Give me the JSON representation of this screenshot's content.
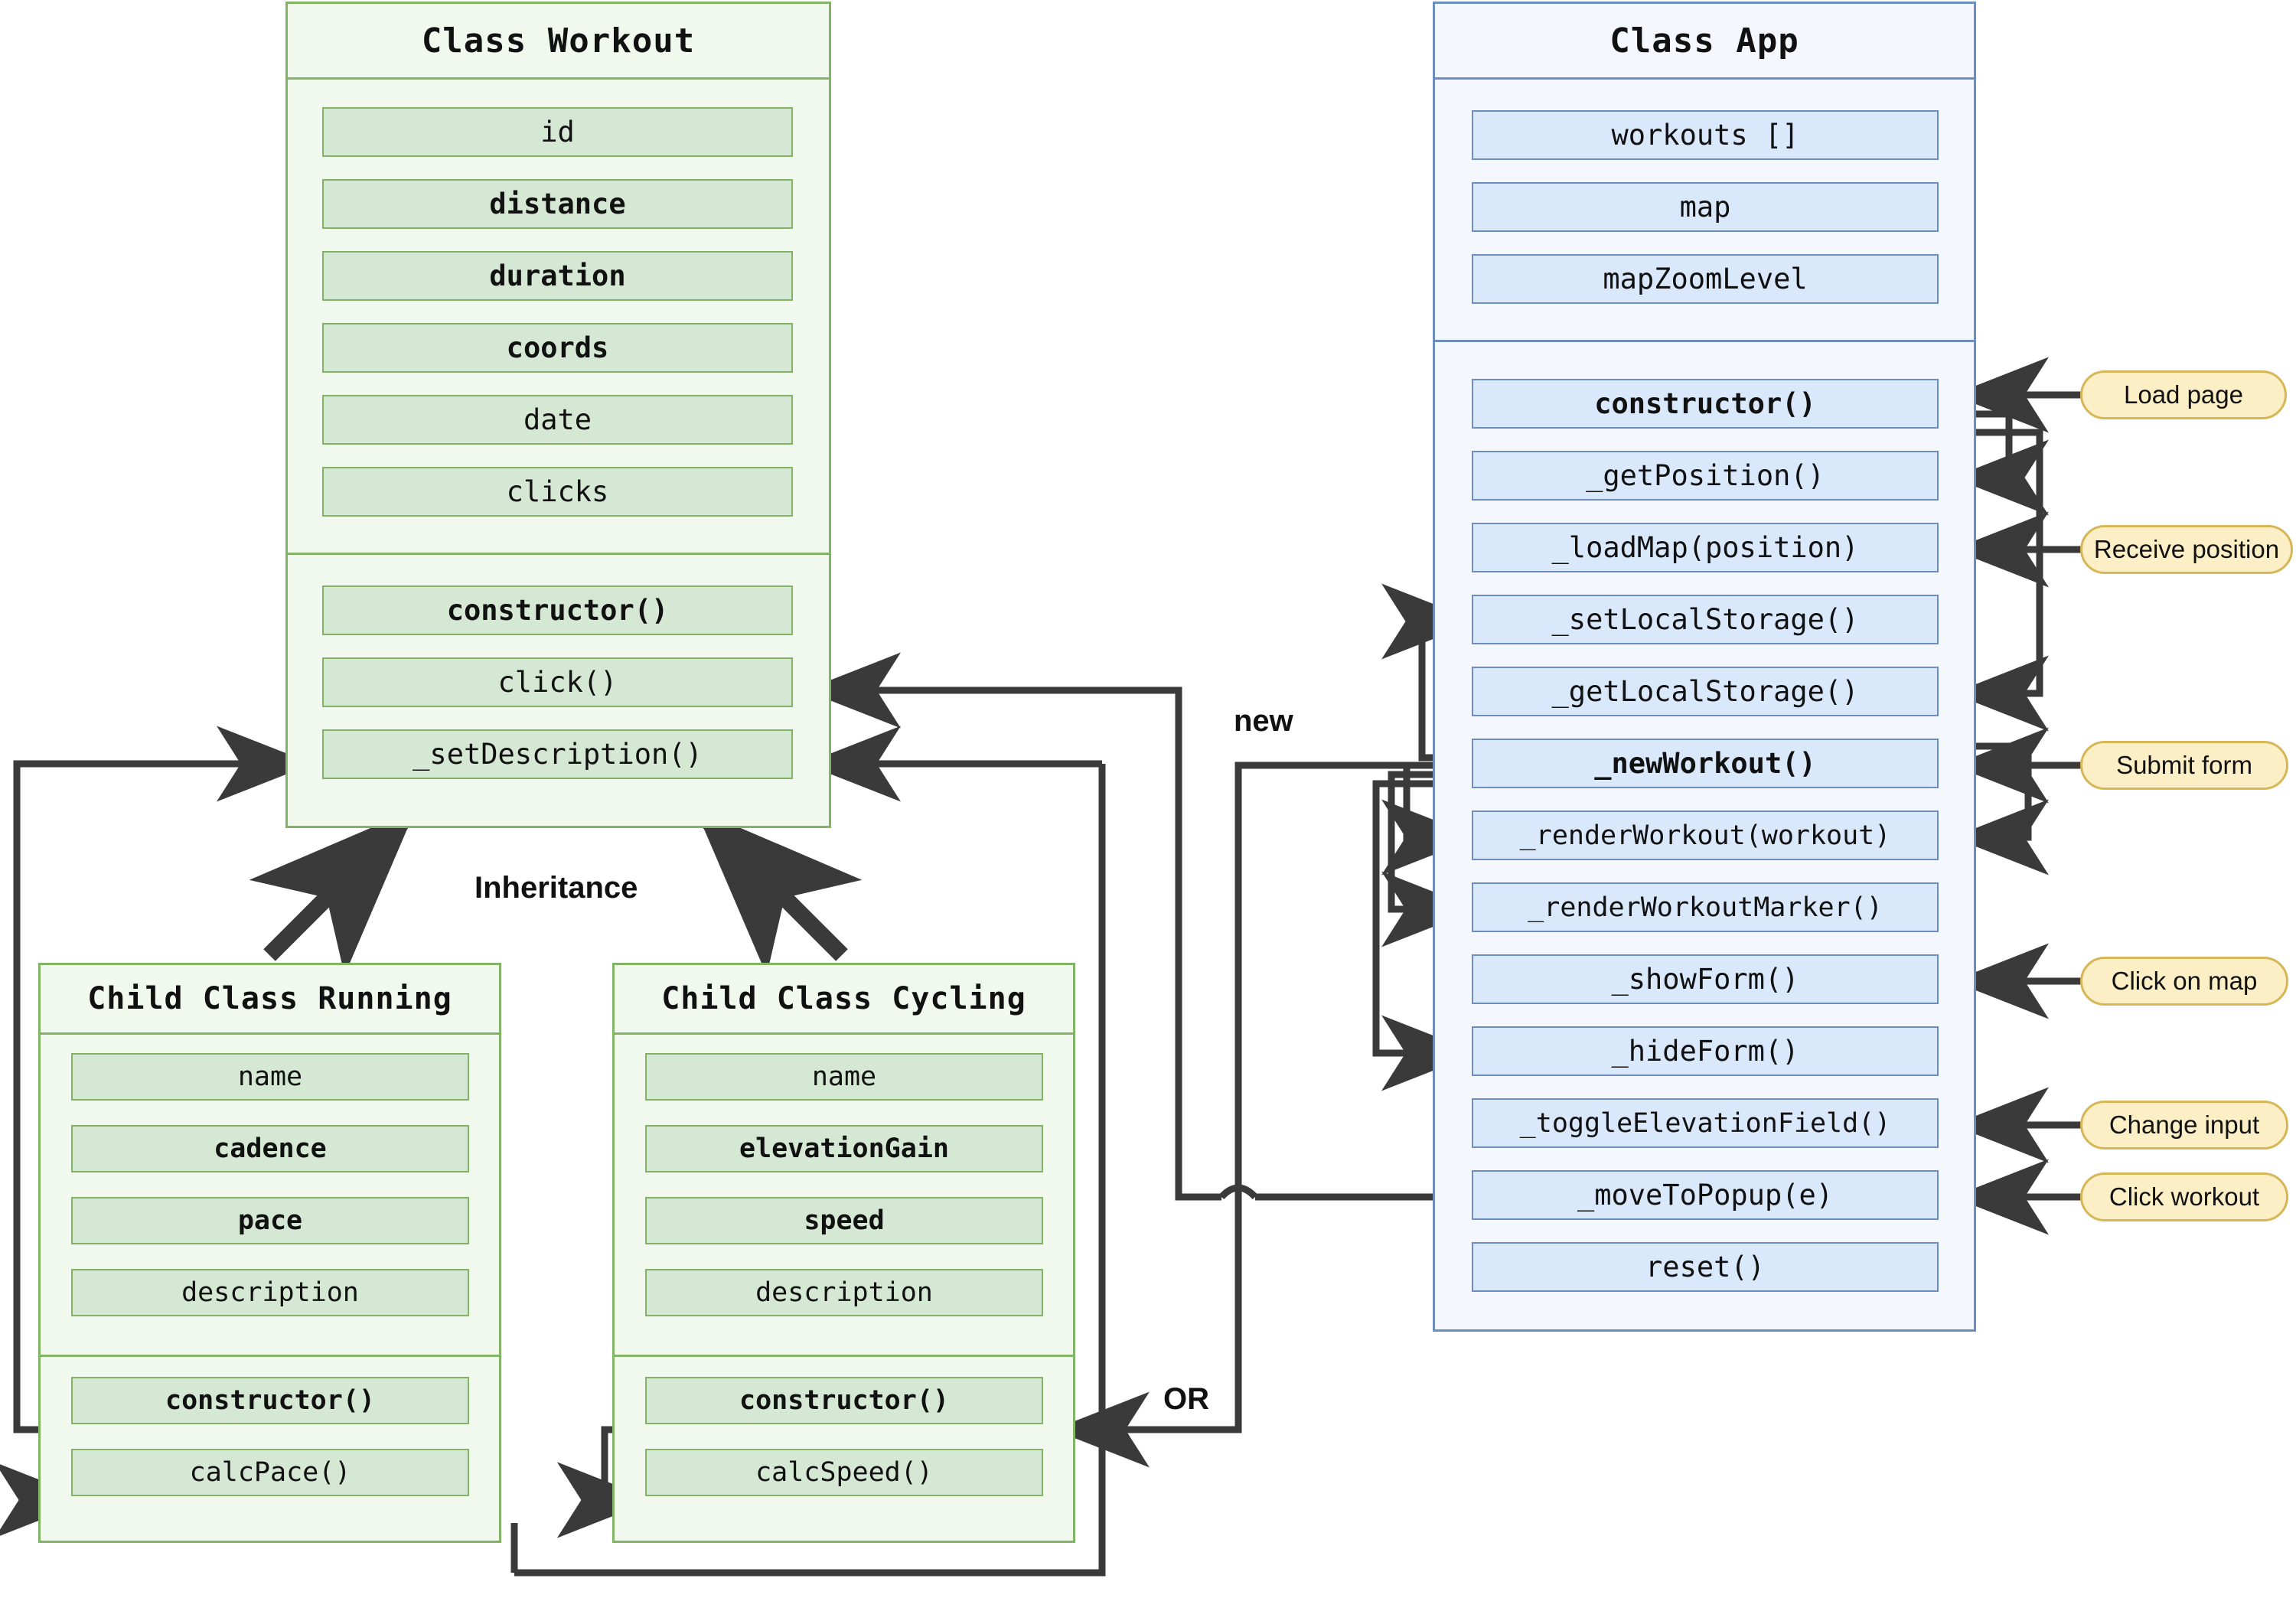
{
  "diagram": {
    "title_font": "monospace",
    "colors": {
      "green_fill": "#d5e8d4",
      "green_border": "#82b366",
      "green_container": "#f1f9ef",
      "blue_fill": "#dae8fc",
      "blue_border": "#6c8ebf",
      "blue_container": "#f4f8fe",
      "callout_fill": "#fcefc6",
      "callout_border": "#d6b656",
      "edge": "#3a3a3a"
    }
  },
  "classes": {
    "workout": {
      "title": "Class Workout",
      "properties": [
        {
          "label": "id",
          "bold": false
        },
        {
          "label": "distance",
          "bold": true
        },
        {
          "label": "duration",
          "bold": true
        },
        {
          "label": "coords",
          "bold": true
        },
        {
          "label": "date",
          "bold": false
        },
        {
          "label": "clicks",
          "bold": false
        }
      ],
      "methods": [
        {
          "label": "constructor()",
          "bold": true
        },
        {
          "label": "click()",
          "bold": false
        },
        {
          "label": "_setDescription()",
          "bold": false
        }
      ]
    },
    "running": {
      "title": "Child Class Running",
      "properties": [
        {
          "label": "name",
          "bold": false
        },
        {
          "label": "cadence",
          "bold": true
        },
        {
          "label": "pace",
          "bold": true
        },
        {
          "label": "description",
          "bold": false
        }
      ],
      "methods": [
        {
          "label": "constructor()",
          "bold": true
        },
        {
          "label": "calcPace()",
          "bold": false
        }
      ]
    },
    "cycling": {
      "title": "Child Class Cycling",
      "properties": [
        {
          "label": "name",
          "bold": false
        },
        {
          "label": "elevationGain",
          "bold": true
        },
        {
          "label": "speed",
          "bold": true
        },
        {
          "label": "description",
          "bold": false
        }
      ],
      "methods": [
        {
          "label": "constructor()",
          "bold": true
        },
        {
          "label": "calcSpeed()",
          "bold": false
        }
      ]
    },
    "app": {
      "title": "Class App",
      "properties": [
        {
          "label": "workouts []",
          "bold": false
        },
        {
          "label": "map",
          "bold": false
        },
        {
          "label": "mapZoomLevel",
          "bold": false
        }
      ],
      "methods": [
        {
          "label": "constructor()",
          "bold": true
        },
        {
          "label": "_getPosition()",
          "bold": false
        },
        {
          "label": "_loadMap(position)",
          "bold": false
        },
        {
          "label": "_setLocalStorage()",
          "bold": false
        },
        {
          "label": "_getLocalStorage()",
          "bold": false
        },
        {
          "label": "_newWorkout()",
          "bold": true
        },
        {
          "label": "_renderWorkout(workout)",
          "bold": false
        },
        {
          "label": "_renderWorkoutMarker()",
          "bold": false
        },
        {
          "label": "_showForm()",
          "bold": false
        },
        {
          "label": "_hideForm()",
          "bold": false
        },
        {
          "label": "_toggleElevationField()",
          "bold": false
        },
        {
          "label": "_moveToPopup(e)",
          "bold": false
        },
        {
          "label": "reset()",
          "bold": false
        }
      ]
    }
  },
  "callouts": [
    {
      "label": "Load page",
      "target": "constructor()"
    },
    {
      "label": "Receive position",
      "target": "_loadMap(position)"
    },
    {
      "label": "Submit form",
      "target": "_newWorkout()"
    },
    {
      "label": "Click on map",
      "target": "_showForm()"
    },
    {
      "label": "Change input",
      "target": "_toggleElevationField()"
    },
    {
      "label": "Click workout",
      "target": "_moveToPopup(e)"
    }
  ],
  "edge_labels": {
    "inheritance": "Inheritance",
    "new": "new",
    "or": "OR"
  }
}
